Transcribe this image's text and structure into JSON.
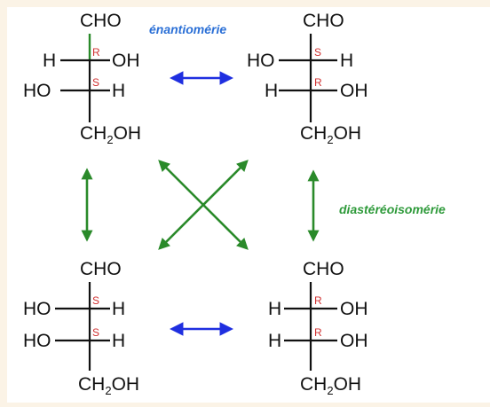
{
  "labels": {
    "enantiomerie": "énantiomérie",
    "diastereoisomerie": "diastéréoisomérie"
  },
  "groups": {
    "cho": "CHO",
    "h": "H",
    "oh": "OH",
    "ho": "HO",
    "ch2oh_main": "CH",
    "ch2oh_sub": "2",
    "ch2oh_end": "OH"
  },
  "molecules": [
    {
      "id": "top-left",
      "c2": {
        "left": "H",
        "right": "OH",
        "config": "R"
      },
      "c3": {
        "left": "HO",
        "right": "H",
        "config": "S"
      }
    },
    {
      "id": "top-right",
      "c2": {
        "left": "HO",
        "right": "H",
        "config": "S"
      },
      "c3": {
        "left": "H",
        "right": "OH",
        "config": "R"
      }
    },
    {
      "id": "bottom-left",
      "c2": {
        "left": "HO",
        "right": "H",
        "config": "S"
      },
      "c3": {
        "left": "HO",
        "right": "H",
        "config": "S"
      }
    },
    {
      "id": "bottom-right",
      "c2": {
        "left": "H",
        "right": "OH",
        "config": "R"
      },
      "c3": {
        "left": "H",
        "right": "OH",
        "config": "R"
      }
    }
  ],
  "colors": {
    "arrow_blue": "#1f2fe0",
    "arrow_green": "#2a8a2a",
    "config_red": "#d03030",
    "label_blue": "#2a6fd6",
    "label_green": "#2e9a3a",
    "background": "#fbf3e6"
  }
}
